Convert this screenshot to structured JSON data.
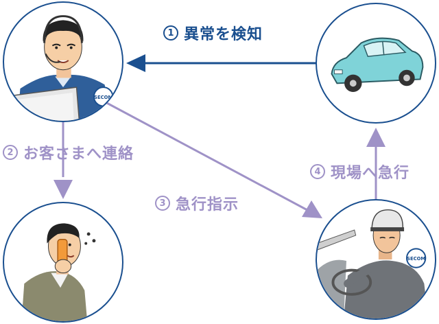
{
  "steps": [
    {
      "number": "1",
      "label": "異常を検知"
    },
    {
      "number": "2",
      "label": "お客さまへ連絡"
    },
    {
      "number": "3",
      "label": "急行指示"
    },
    {
      "number": "4",
      "label": "現場へ急行"
    }
  ],
  "badges": {
    "operator": "SECOM",
    "guard": "SECOM"
  },
  "colors": {
    "blue": "#1a4f8f",
    "purple": "#9f92c7",
    "car": "#7fd3d8",
    "ring": "#1a4f8f"
  }
}
